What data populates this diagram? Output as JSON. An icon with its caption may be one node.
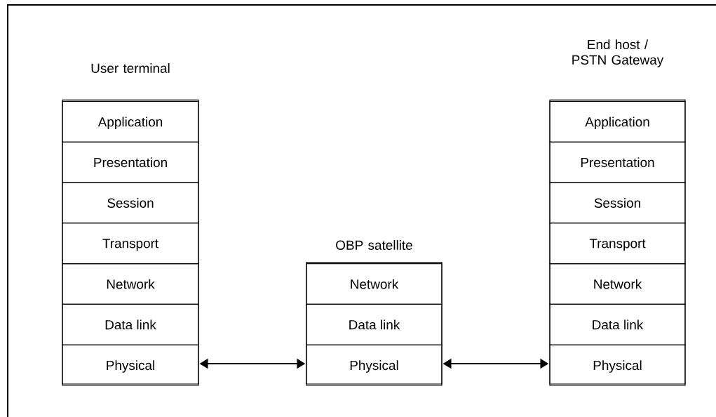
{
  "diagram": {
    "nodes": [
      {
        "text": [
          "User terminal"
        ]
      },
      {
        "text": [
          "Application"
        ],
        "in": 0
      },
      {
        "text": [
          "Presentation"
        ],
        "in": 0
      },
      {
        "text": [
          "Session"
        ],
        "in": 0
      },
      {
        "text": [
          "Transport"
        ],
        "in": 0
      },
      {
        "text": [
          "Network"
        ],
        "in": 0
      },
      {
        "text": [
          "Data link"
        ],
        "in": 0
      },
      {
        "text": [
          "Physical"
        ],
        "in": 0
      },
      {
        "text": [
          "OBP satellite"
        ]
      },
      {
        "text": [
          "Network"
        ],
        "in": 8
      },
      {
        "text": [
          "Data link"
        ],
        "in": 8
      },
      {
        "text": [
          "Physical"
        ],
        "in": 8
      },
      {
        "text": [
          "End host / PSTN Gateway"
        ]
      },
      {
        "text": [
          "Application"
        ],
        "in": 12
      },
      {
        "text": [
          "Presentation"
        ],
        "in": 12
      },
      {
        "text": [
          "Session"
        ],
        "in": 12
      },
      {
        "text": [
          "Transport"
        ],
        "in": 12
      },
      {
        "text": [
          "Network"
        ],
        "in": 12
      },
      {
        "text": [
          "Data link"
        ],
        "in": 12
      },
      {
        "text": [
          "Physical"
        ],
        "in": 12
      }
    ],
    "edges": [
      {
        "from": 7,
        "to": 11,
        "arrow": "both"
      },
      {
        "from": 11,
        "to": 19,
        "arrow": "both"
      }
    ]
  }
}
